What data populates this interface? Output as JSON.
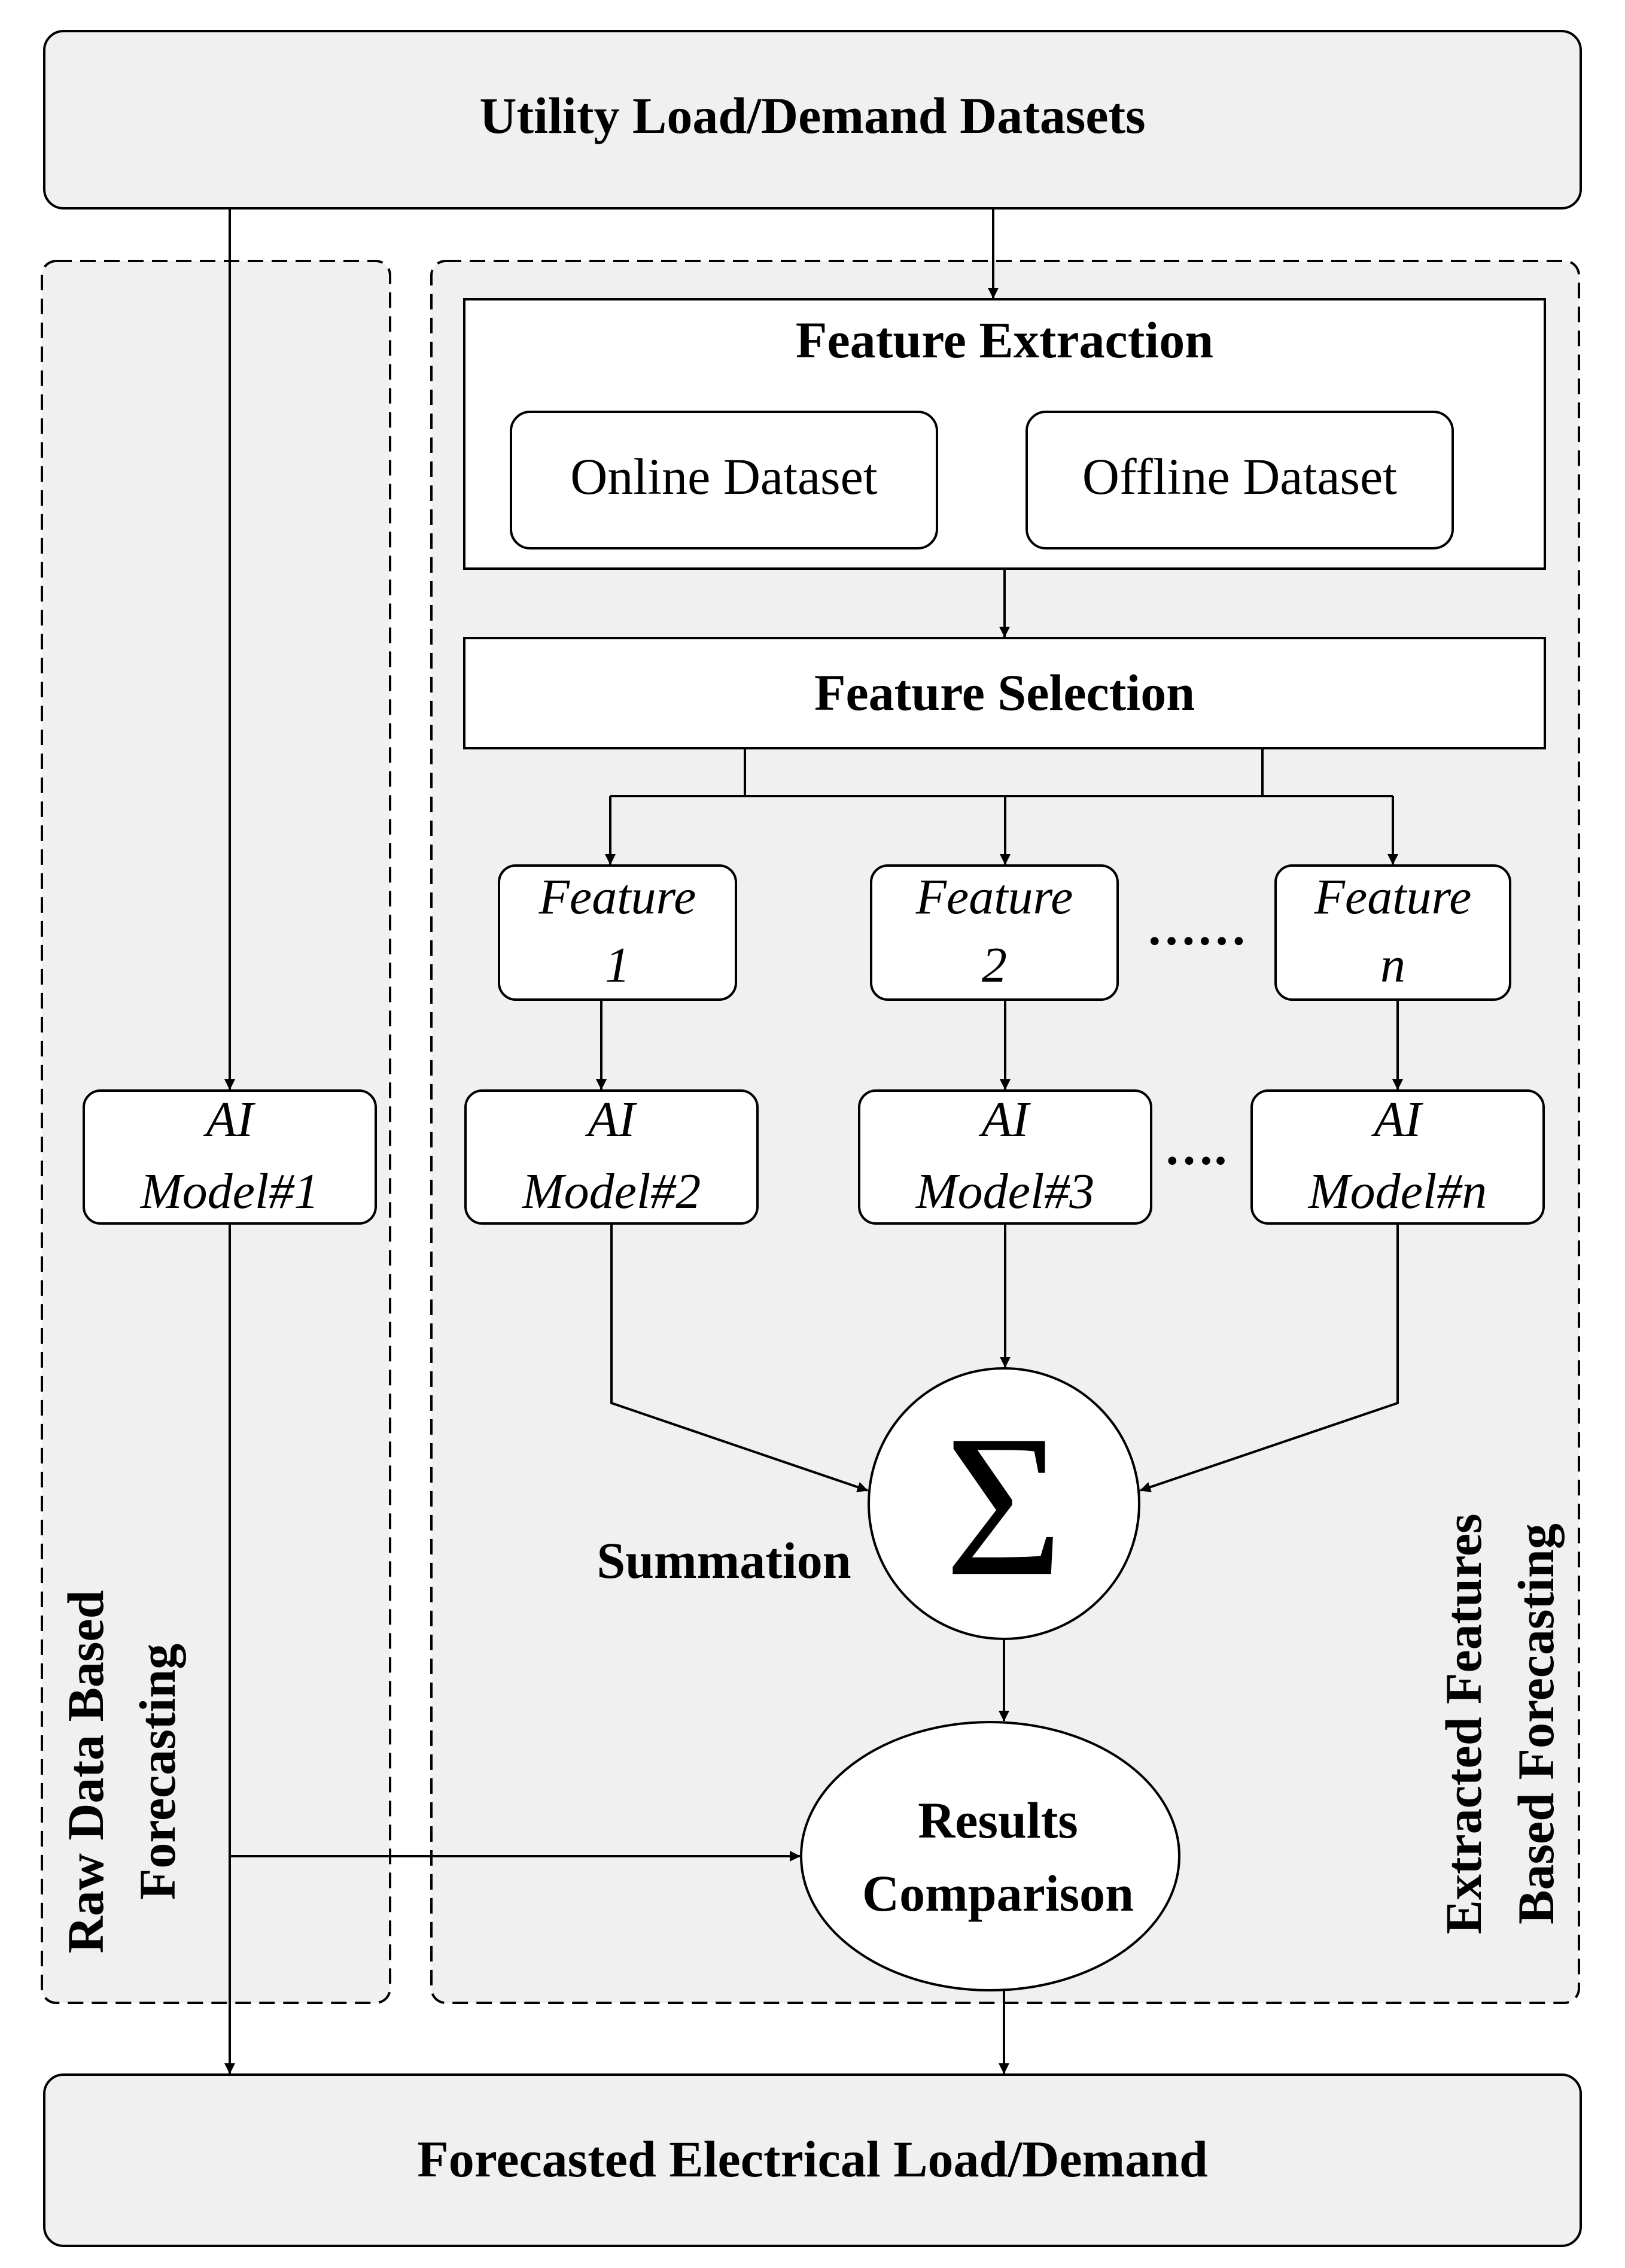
{
  "colors": {
    "panel_fill": "#f0f0f0",
    "box_fill": "#ffffff",
    "stroke": "#000000"
  },
  "top_box": {
    "label": "Utility Load/Demand Datasets"
  },
  "bottom_box": {
    "label": "Forecasted Electrical Load/Demand"
  },
  "left_region": {
    "label_line1": "Raw Data Based",
    "label_line2": "Forecasting"
  },
  "right_region": {
    "label_line1": "Extracted Features",
    "label_line2": "Based Forecasting"
  },
  "feature_extraction": {
    "title": "Feature Extraction",
    "online": "Online Dataset",
    "offline": "Offline Dataset"
  },
  "feature_selection": {
    "title": "Feature Selection"
  },
  "features": [
    {
      "line1": "Feature",
      "line2": "1"
    },
    {
      "line1": "Feature",
      "line2": "2"
    },
    {
      "line1": "Feature",
      "line2": "n"
    }
  ],
  "features_ellipsis": "……",
  "models": [
    {
      "line1": "AI",
      "line2": "Model#1"
    },
    {
      "line1": "AI",
      "line2": "Model#2"
    },
    {
      "line1": "AI",
      "line2": "Model#3"
    },
    {
      "line1": "AI",
      "line2": "Model#n"
    }
  ],
  "models_ellipsis": "….",
  "summation": {
    "symbol": "Σ",
    "label": "Summation"
  },
  "results": {
    "line1": "Results",
    "line2": "Comparison"
  }
}
